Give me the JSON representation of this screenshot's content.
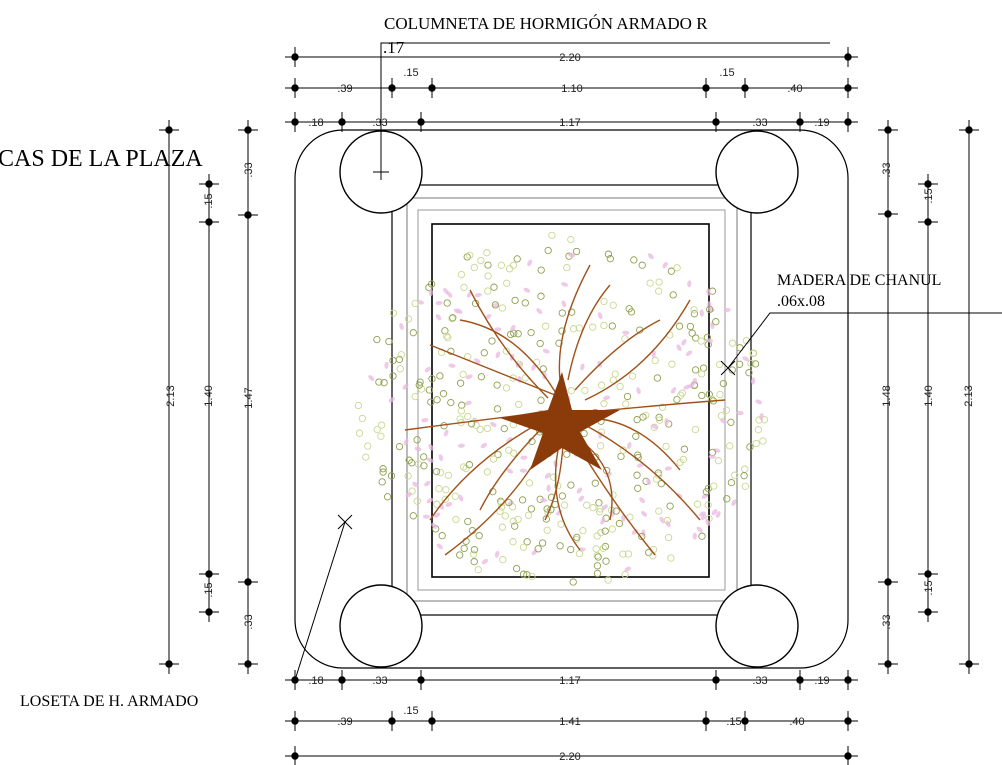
{
  "labels": {
    "column": "COLUMNETA DE HORMIGÓN ARMADO  R",
    "column_radius": ".17",
    "plaza": "CAS DE LA PLAZA",
    "wood": "MADERA DE CHANUL",
    "wood_size": ".06x.08",
    "slab": "LOSETA DE H. ARMADO"
  },
  "dims": {
    "top_total": "2.20",
    "top_row2": [
      ".39",
      ".15",
      "1.10",
      ".15",
      ".40"
    ],
    "top_row3": [
      ".18",
      ".33",
      "1.17",
      ".33",
      ".19"
    ],
    "bottom_row1": [
      ".18",
      ".33",
      "1.17",
      ".33",
      ".19"
    ],
    "bottom_row2": [
      ".39",
      ".15",
      "1.41",
      ".15",
      ".40"
    ],
    "bottom_total": "2.20",
    "left_outer": "2.13",
    "left_mid": "1.40",
    "left_inner": "1.47",
    "left_top_15": ".15",
    "left_top_33": ".33",
    "left_bot_15": ".15",
    "left_bot_33": ".33",
    "right_148": "1.48",
    "right_140": "1.40",
    "right_213": "2.13",
    "right_top_33": ".33",
    "right_top_15": ".15",
    "right_bot_33": ".33",
    "right_bot_15": ".15"
  },
  "colors": {
    "line": "#000000",
    "tree_trunk": "#8B3A0A",
    "branch": "#A0521A",
    "leaf_green": "#8FA050",
    "leaf_yellow": "#C8D890",
    "leaf_pink": "#E9B8E0"
  }
}
